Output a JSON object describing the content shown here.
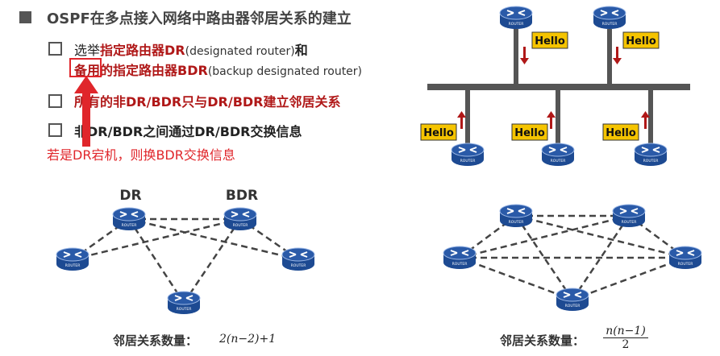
{
  "header": {
    "title": "OSPF在多点接入网络中路由器邻居关系的建立"
  },
  "bullets": [
    {
      "pre": "选举",
      "red1": "指定路由器DR",
      "paren1": "(designated router)",
      "mid": "和"
    },
    {
      "red_a": "备用",
      "red_b": "的指定路由器BDR",
      "paren2": "(backup designated router)"
    },
    {
      "text": "所有的非DR/BDR只与DR/BDR建立邻居关系"
    },
    {
      "text": "非DR/BDR之间通过DR/BDR交换信息"
    }
  ],
  "annotation": "若是DR宕机，则换BDR交换信息",
  "bus_diagram": {
    "hello_label": "Hello",
    "router_label": "ROUTER"
  },
  "left_mesh": {
    "dr_label": "DR",
    "bdr_label": "BDR",
    "caption": "邻居关系数量：",
    "formula": "2(n−2)+1"
  },
  "right_mesh": {
    "caption": "邻居关系数量：",
    "formula_num": "n(n−1)",
    "formula_den": "2"
  },
  "colors": {
    "router_blue": "#2a5aa8",
    "hello_fill": "#f5c400",
    "arrow_red": "#b01818",
    "annotation_red": "#e0262b"
  }
}
